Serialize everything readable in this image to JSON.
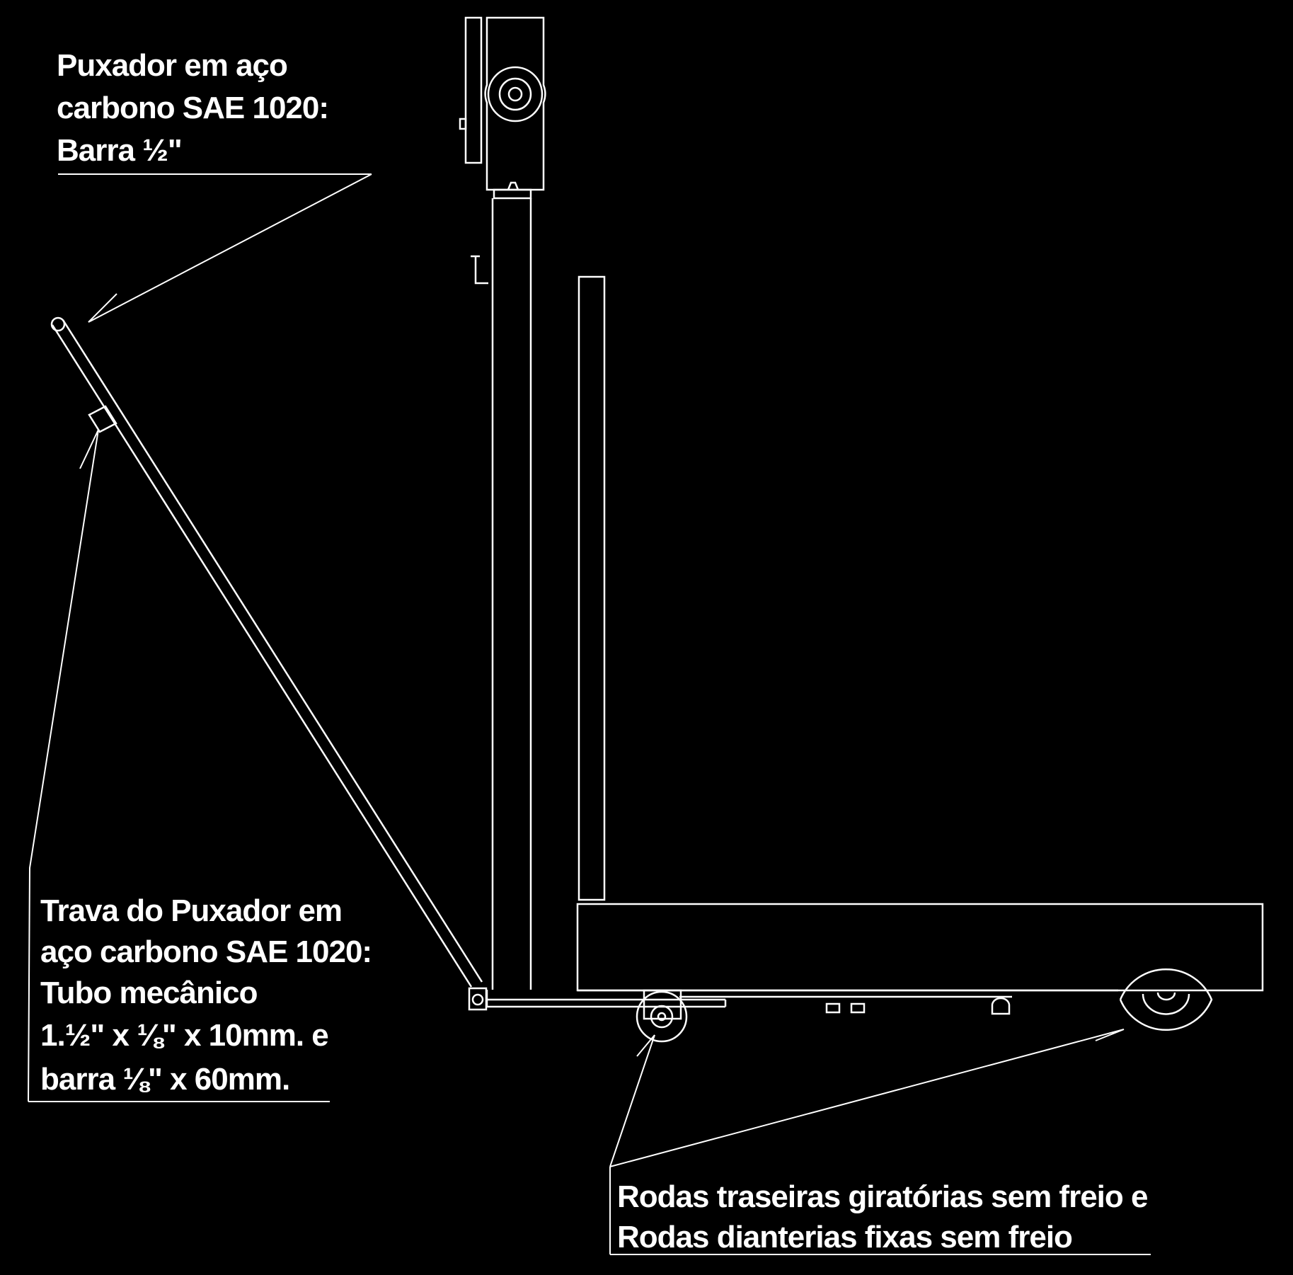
{
  "colors": {
    "background": "#000000",
    "line": "#ffffff",
    "text": "#ffffff"
  },
  "callouts": {
    "handle": {
      "lines": [
        "Puxador em aço",
        "carbono SAE 1020:",
        "Barra ½\""
      ]
    },
    "handle_lock": {
      "lines": [
        "Trava do Puxador em",
        "aço carbono SAE 1020:",
        "Tubo mecânico",
        "1.½\" x ⅛\" x 10mm. e",
        "barra ⅛\" x 60mm."
      ]
    },
    "wheels": {
      "lines": [
        "Rodas traseiras giratórias sem freio e",
        "Rodas dianterias fixas sem freio"
      ]
    }
  }
}
